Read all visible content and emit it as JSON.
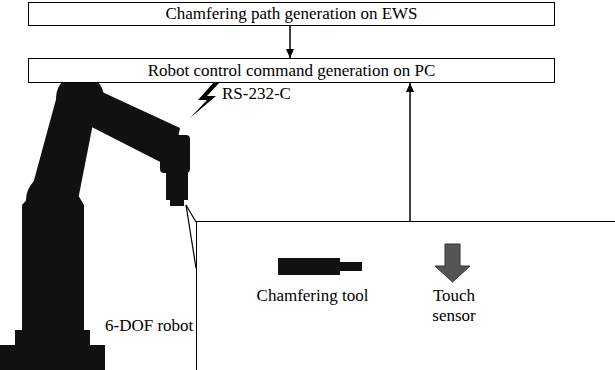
{
  "diagram": {
    "nodes": [
      {
        "text": [
          "Chamfering path generation on EWS"
        ]
      },
      {
        "text": [
          "Robot control command generation on PC"
        ]
      },
      {
        "text": [
          "Chamfering tool",
          "Touch sensor"
        ]
      }
    ],
    "edges": [
      {
        "from": 0,
        "to": 1,
        "arrow": "to"
      },
      {
        "from": 2,
        "to": 1,
        "arrow": "to"
      }
    ],
    "labels": [
      "RS-232-C",
      "6-DOF robot"
    ]
  }
}
